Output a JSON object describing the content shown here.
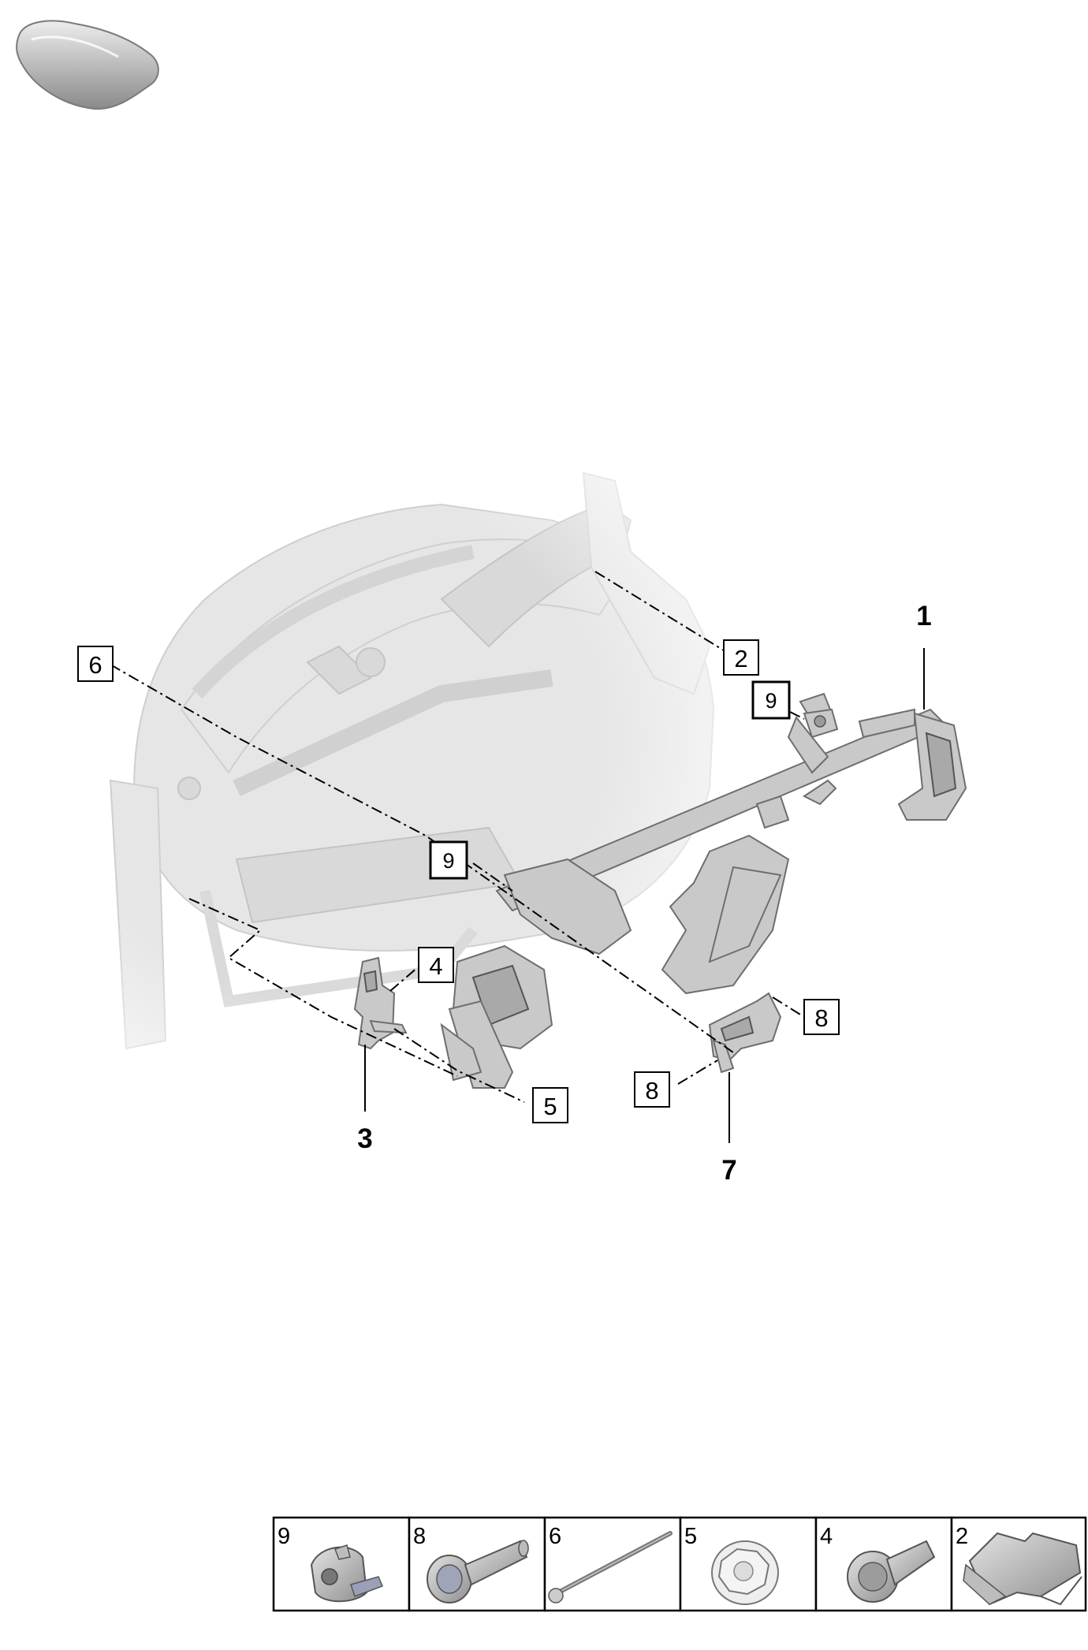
{
  "callouts": {
    "boxed": {
      "c2": "2",
      "c4": "4",
      "c5": "5",
      "c6": "6",
      "c8a": "8",
      "c8b": "8",
      "c9a": "9",
      "c9b": "9"
    },
    "bold": {
      "c1": "1",
      "c3": "3",
      "c7": "7"
    }
  },
  "legend": {
    "cells": [
      {
        "number": "9",
        "icon": "clip-nut-icon"
      },
      {
        "number": "8",
        "icon": "flange-bolt-icon"
      },
      {
        "number": "6",
        "icon": "long-bolt-icon"
      },
      {
        "number": "5",
        "icon": "flange-nut-icon"
      },
      {
        "number": "4",
        "icon": "hex-bolt-icon"
      },
      {
        "number": "2",
        "icon": "bracket-clip-icon"
      }
    ]
  }
}
